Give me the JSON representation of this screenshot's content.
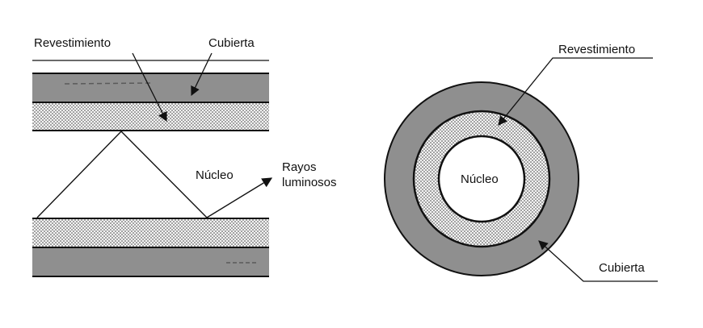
{
  "labels": {
    "left_revestimiento": "Revestimiento",
    "left_cubierta": "Cubierta",
    "left_nucleo": "Núcleo",
    "rayos_line1": "Rayos",
    "rayos_line2": "luminosos",
    "right_revestimiento": "Revestimiento",
    "right_nucleo": "Núcleo",
    "right_cubierta": "Cubierta"
  },
  "colors": {
    "jacket": "#8f8f8f",
    "cladding_dots": "#333333",
    "cladding_bg": "#f4f4f4",
    "line": "#111111",
    "core": "#ffffff"
  }
}
